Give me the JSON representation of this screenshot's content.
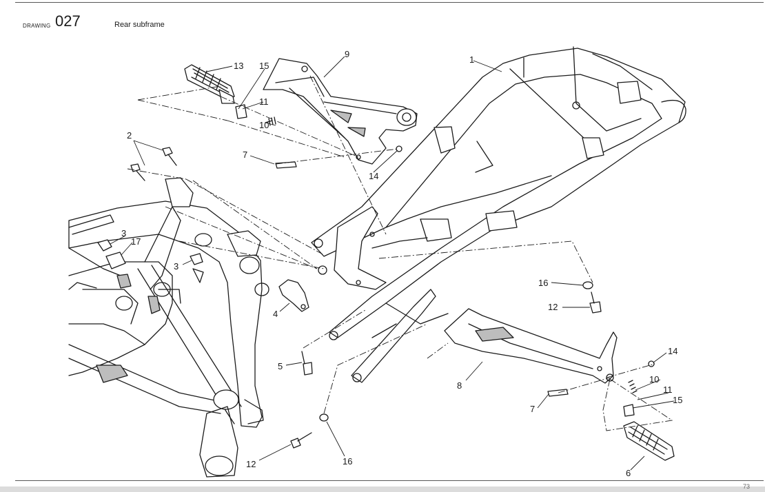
{
  "header": {
    "drawing_label": "DRAWING",
    "drawing_number": "027",
    "title": "Rear subframe"
  },
  "footer": {
    "page_number": "73"
  },
  "callouts": [
    "1",
    "2",
    "3",
    "3",
    "4",
    "5",
    "6",
    "7",
    "7",
    "8",
    "9",
    "10",
    "10",
    "11",
    "11",
    "12",
    "12",
    "13",
    "14",
    "14",
    "15",
    "15",
    "16",
    "16",
    "17"
  ],
  "colors": {
    "line": "#1a1a1a",
    "part_fill": "#ffffff",
    "shading": "#bdbdbd"
  }
}
